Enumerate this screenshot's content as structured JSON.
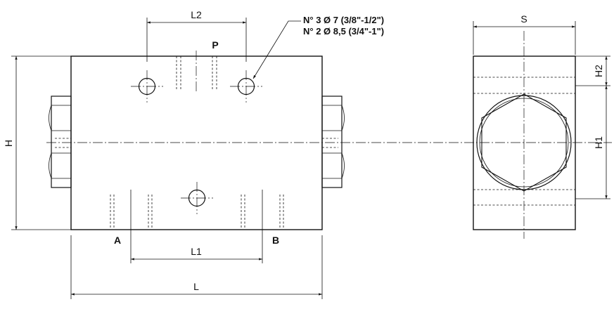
{
  "dimensions": {
    "L": "L",
    "L1": "L1",
    "L2": "L2",
    "H": "H",
    "H1": "H1",
    "H2": "H2",
    "S": "S"
  },
  "ports": {
    "A": "A",
    "B": "B",
    "P": "P"
  },
  "hole_note": {
    "line1": "N° 3 Ø 7 (3/8\"-1/2\")",
    "line2": "N° 2 Ø 8,5 (3/4\"-1\")"
  }
}
